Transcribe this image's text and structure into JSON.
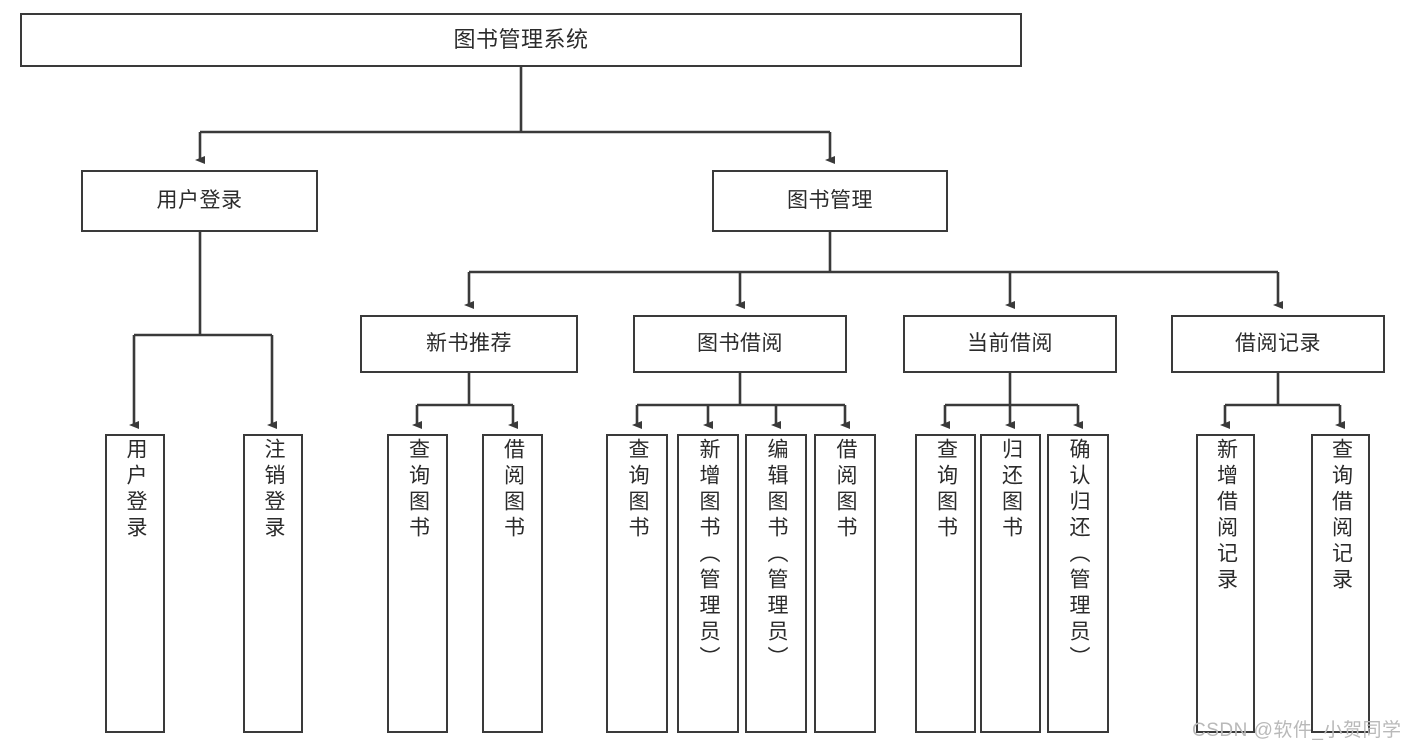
{
  "diagram": {
    "title": "图书管理系统",
    "type": "tree-hierarchy-chart",
    "colors": {
      "box_border": "#3a3a3a",
      "box_fill": "#ffffff",
      "text": "#2b2b2b",
      "edge": "#3a3a3a",
      "watermark": "#b9b9b9",
      "background": "#ffffff"
    },
    "root": {
      "label": "图书管理系统"
    },
    "level2": [
      {
        "id": "user-login",
        "label": "用户登录"
      },
      {
        "id": "book-manage",
        "label": "图书管理"
      }
    ],
    "level3": [
      {
        "id": "new-book-rec",
        "label": "新书推荐",
        "parent": "book-manage"
      },
      {
        "id": "book-borrow",
        "label": "图书借阅",
        "parent": "book-manage"
      },
      {
        "id": "current-borrow",
        "label": "当前借阅",
        "parent": "book-manage"
      },
      {
        "id": "borrow-record",
        "label": "借阅记录",
        "parent": "book-manage"
      }
    ],
    "leaves": [
      {
        "id": "leaf-1",
        "label": "用户登录",
        "parent": "user-login"
      },
      {
        "id": "leaf-2",
        "label": "注销登录",
        "parent": "user-login"
      },
      {
        "id": "leaf-3",
        "label": "查询图书",
        "parent": "new-book-rec"
      },
      {
        "id": "leaf-4",
        "label": "借阅图书",
        "parent": "new-book-rec"
      },
      {
        "id": "leaf-5",
        "label": "查询图书",
        "parent": "book-borrow"
      },
      {
        "id": "leaf-6",
        "label": "新增图书（管理员）",
        "parent": "book-borrow"
      },
      {
        "id": "leaf-7",
        "label": "编辑图书（管理员）",
        "parent": "book-borrow"
      },
      {
        "id": "leaf-8",
        "label": "借阅图书",
        "parent": "book-borrow"
      },
      {
        "id": "leaf-9",
        "label": "查询图书",
        "parent": "current-borrow"
      },
      {
        "id": "leaf-10",
        "label": "归还图书",
        "parent": "current-borrow"
      },
      {
        "id": "leaf-11",
        "label": "确认归还（管理员）",
        "parent": "current-borrow"
      },
      {
        "id": "leaf-12",
        "label": "新增借阅记录",
        "parent": "borrow-record"
      },
      {
        "id": "leaf-13",
        "label": "查询借阅记录",
        "parent": "borrow-record"
      }
    ],
    "watermark": "CSDN @软件_小贺同学"
  }
}
